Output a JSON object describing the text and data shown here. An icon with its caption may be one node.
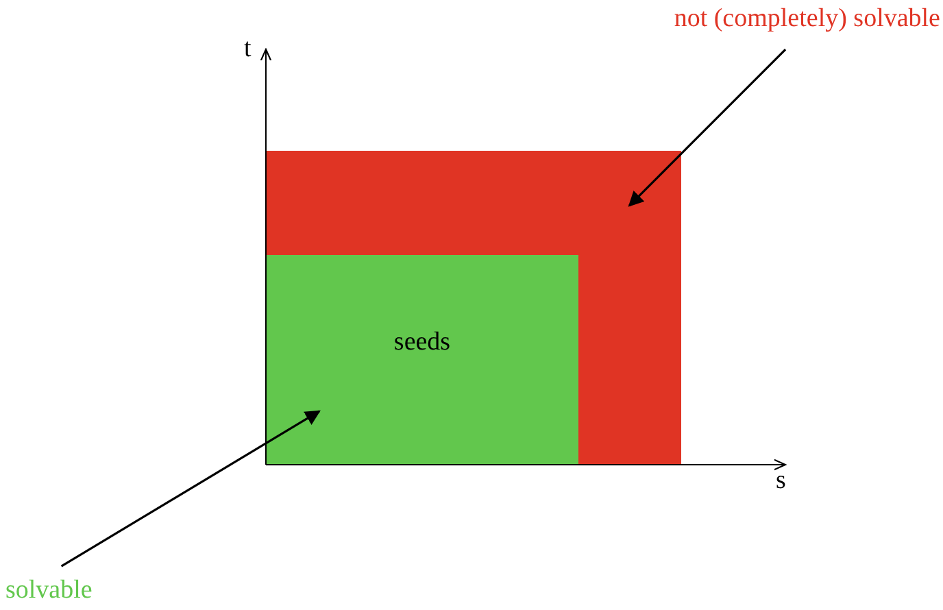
{
  "diagram": {
    "nodes": [
      {
        "text": [],
        "shape": "box"
      },
      {
        "text": [
          "seeds"
        ],
        "in": 0
      },
      {
        "text": [
          "not (completely) solvable"
        ]
      },
      {
        "text": [
          "solvable"
        ]
      }
    ],
    "edges": [
      {
        "from": 2,
        "to": 0,
        "arrow": "to"
      },
      {
        "from": 3,
        "to": 1,
        "arrow": "to"
      }
    ],
    "labels": [
      "t",
      "s"
    ]
  }
}
